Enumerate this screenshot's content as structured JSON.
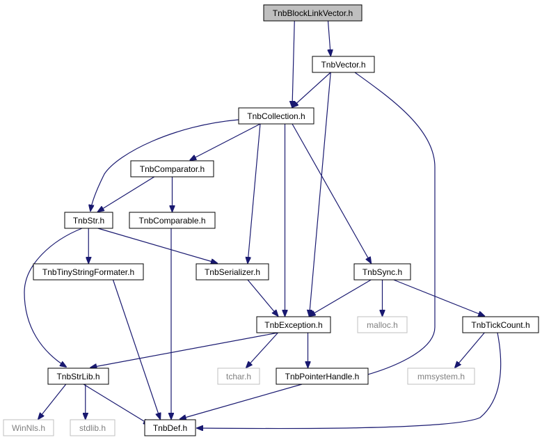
{
  "colors": {
    "edge": "#191970",
    "root_fill": "#bfbfbf",
    "node_border": "#000000",
    "external_border": "#bfbfbf",
    "external_text": "#7f7f7f"
  },
  "nodes": {
    "blocklinkvector": {
      "label": "TnbBlockLinkVector.h",
      "kind": "root"
    },
    "vector": {
      "label": "TnbVector.h",
      "kind": "header"
    },
    "collection": {
      "label": "TnbCollection.h",
      "kind": "header"
    },
    "comparator": {
      "label": "TnbComparator.h",
      "kind": "header"
    },
    "str": {
      "label": "TnbStr.h",
      "kind": "header"
    },
    "comparable": {
      "label": "TnbComparable.h",
      "kind": "header"
    },
    "tinystringformater": {
      "label": "TnbTinyStringFormater.h",
      "kind": "header"
    },
    "serializer": {
      "label": "TnbSerializer.h",
      "kind": "header"
    },
    "sync": {
      "label": "TnbSync.h",
      "kind": "header"
    },
    "exception": {
      "label": "TnbException.h",
      "kind": "header"
    },
    "malloc": {
      "label": "malloc.h",
      "kind": "external"
    },
    "tickcount": {
      "label": "TnbTickCount.h",
      "kind": "header"
    },
    "strlib": {
      "label": "TnbStrLib.h",
      "kind": "header"
    },
    "tchar": {
      "label": "tchar.h",
      "kind": "external"
    },
    "pointerhandle": {
      "label": "TnbPointerHandle.h",
      "kind": "header"
    },
    "mmsystem": {
      "label": "mmsystem.h",
      "kind": "external"
    },
    "winnls": {
      "label": "WinNls.h",
      "kind": "external"
    },
    "stdlib": {
      "label": "stdlib.h",
      "kind": "external"
    },
    "def": {
      "label": "TnbDef.h",
      "kind": "header"
    }
  },
  "edges": [
    [
      "blocklinkvector",
      "collection"
    ],
    [
      "blocklinkvector",
      "vector"
    ],
    [
      "vector",
      "collection"
    ],
    [
      "vector",
      "exception"
    ],
    [
      "vector",
      "pointerhandle"
    ],
    [
      "collection",
      "comparator"
    ],
    [
      "collection",
      "str"
    ],
    [
      "collection",
      "serializer"
    ],
    [
      "collection",
      "exception"
    ],
    [
      "collection",
      "sync"
    ],
    [
      "comparator",
      "str"
    ],
    [
      "comparator",
      "comparable"
    ],
    [
      "str",
      "tinystringformater"
    ],
    [
      "str",
      "serializer"
    ],
    [
      "str",
      "strlib"
    ],
    [
      "comparable",
      "def"
    ],
    [
      "tinystringformater",
      "def"
    ],
    [
      "serializer",
      "exception"
    ],
    [
      "sync",
      "exception"
    ],
    [
      "sync",
      "malloc"
    ],
    [
      "sync",
      "tickcount"
    ],
    [
      "exception",
      "strlib"
    ],
    [
      "exception",
      "tchar"
    ],
    [
      "exception",
      "pointerhandle"
    ],
    [
      "tickcount",
      "mmsystem"
    ],
    [
      "tickcount",
      "def"
    ],
    [
      "strlib",
      "winnls"
    ],
    [
      "strlib",
      "stdlib"
    ],
    [
      "strlib",
      "def"
    ],
    [
      "pointerhandle",
      "def"
    ]
  ]
}
